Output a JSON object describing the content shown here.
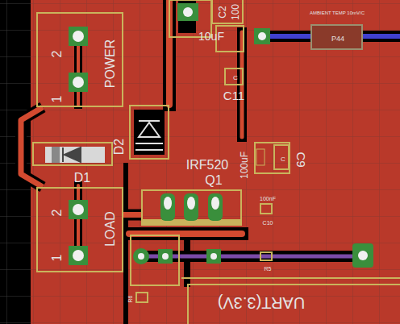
{
  "diagram": {
    "nodes": [
      {
        "text": [
          "2",
          "1",
          "POWER"
        ]
      },
      {
        "text": [
          "D2"
        ]
      },
      {
        "text": [
          "D1"
        ]
      },
      {
        "text": [
          "IRF520",
          "Q1"
        ]
      },
      {
        "text": [
          "2",
          "1",
          "LOAD"
        ]
      },
      {
        "text": [
          "C2",
          "100"
        ]
      },
      {
        "text": [
          "C",
          "C11"
        ]
      },
      {
        "text": [
          "C",
          "C9"
        ]
      },
      {
        "text": [
          "100nF",
          "C10"
        ]
      },
      {
        "text": [
          "R5"
        ]
      },
      {
        "text": [
          "R6"
        ]
      },
      {
        "text": [
          "P44"
        ]
      },
      {
        "text": [
          "UART(3.3V)"
        ]
      }
    ],
    "edges": [
      {
        "from": 0,
        "to": 4,
        "arrow": "none"
      },
      {
        "from": 3,
        "to": 4,
        "arrow": "none"
      }
    ],
    "labels": [
      "10uF",
      "100uF",
      "AMBIENT TEMP 10mV/C"
    ]
  }
}
